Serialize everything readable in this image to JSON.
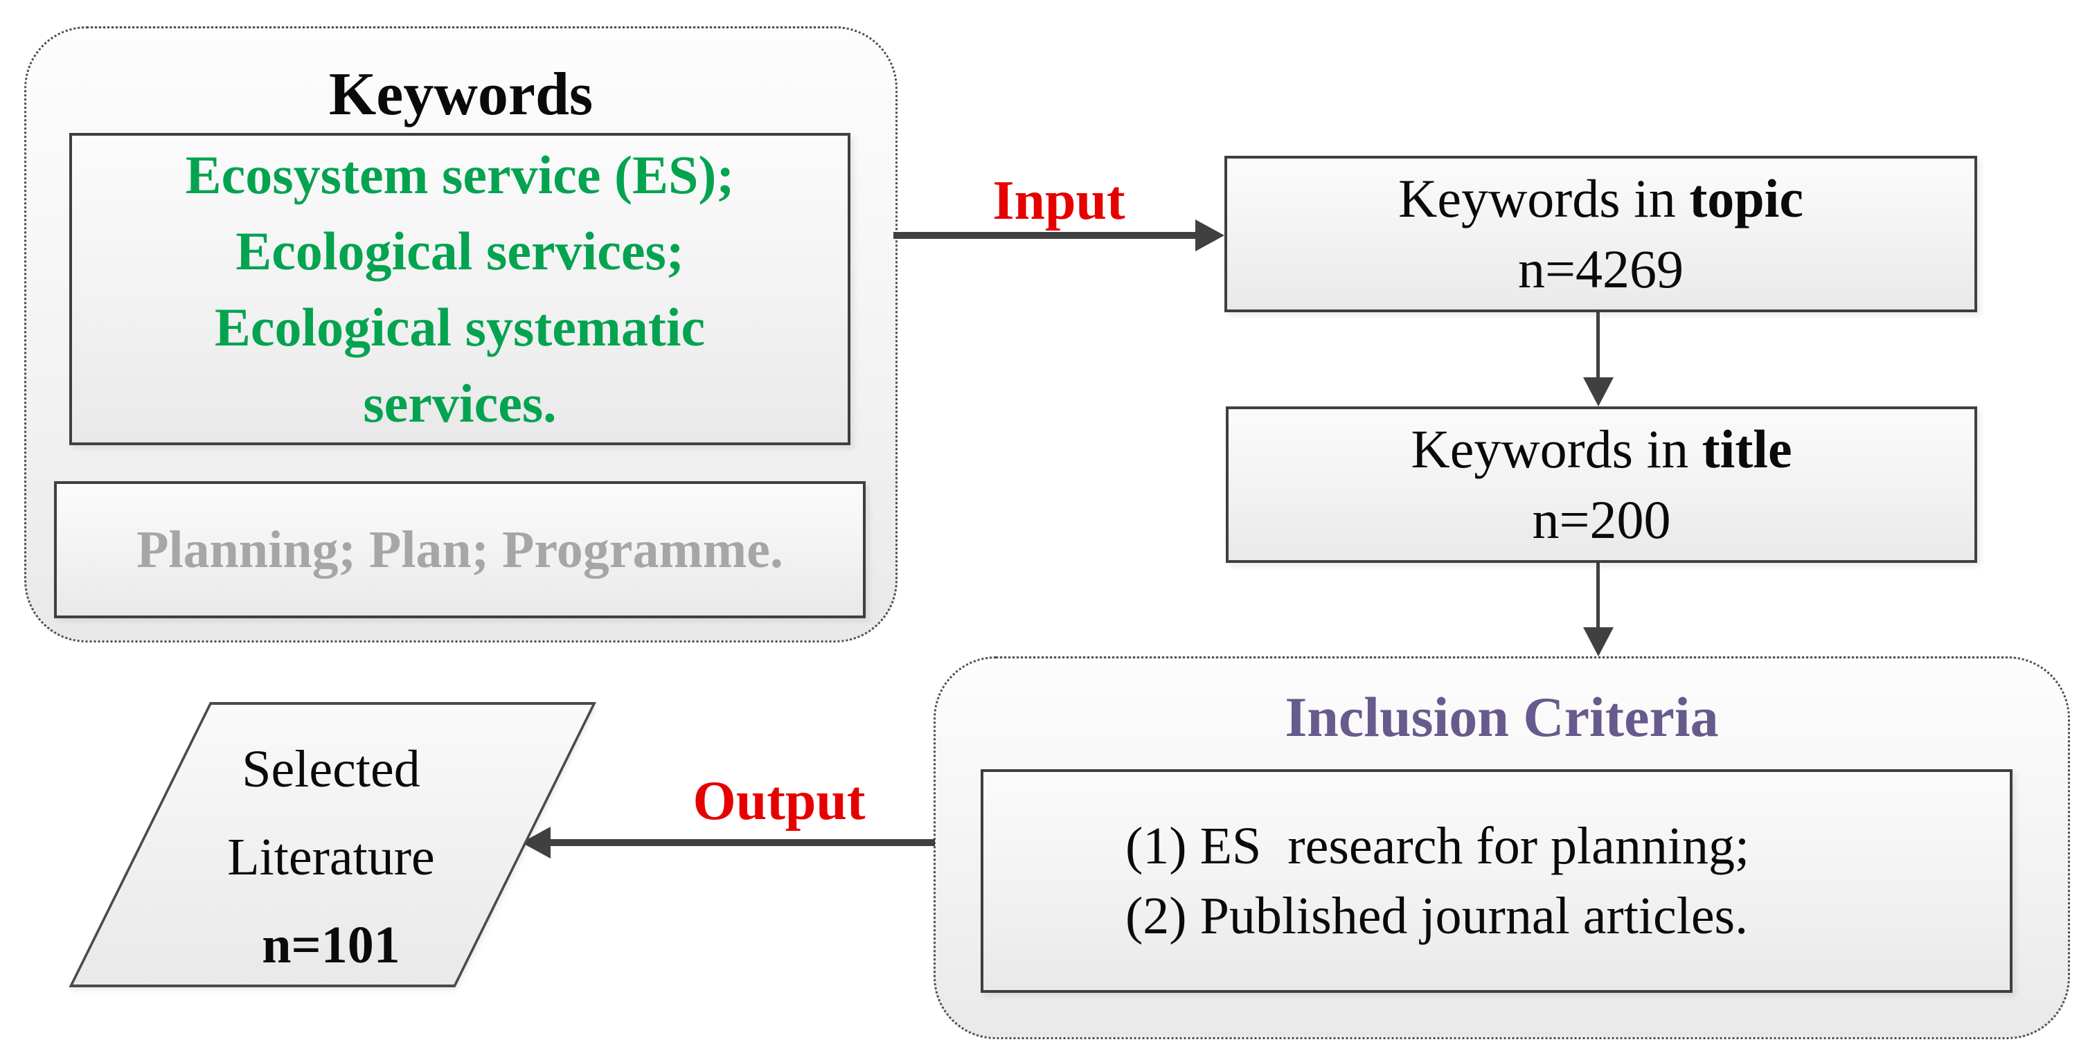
{
  "keywords_panel": {
    "title": "Keywords",
    "primary_keywords": {
      "lines": [
        "Ecosystem service (ES);",
        "Ecological services;",
        "Ecological systematic",
        "services."
      ],
      "color": "#04a350"
    },
    "secondary_keywords": {
      "text": "Planning; Plan; Programme.",
      "color": "#a6a6a6"
    }
  },
  "flow": {
    "input_label": "Input",
    "output_label": "Output",
    "label_color": "#e60000",
    "arrow_color": "#404040",
    "topic_box": {
      "prefix": "Keywords in ",
      "emphasis": "topic",
      "count": "n=4269"
    },
    "title_box": {
      "prefix": "Keywords in ",
      "emphasis": "title",
      "count": "n=200"
    }
  },
  "inclusion_panel": {
    "title": "Inclusion Criteria",
    "title_color": "#675a8c",
    "criteria": [
      "(1) ES  research for planning;",
      "(2) Published journal articles."
    ]
  },
  "result": {
    "lines": [
      "Selected",
      "Literature"
    ],
    "count": "n=101"
  }
}
